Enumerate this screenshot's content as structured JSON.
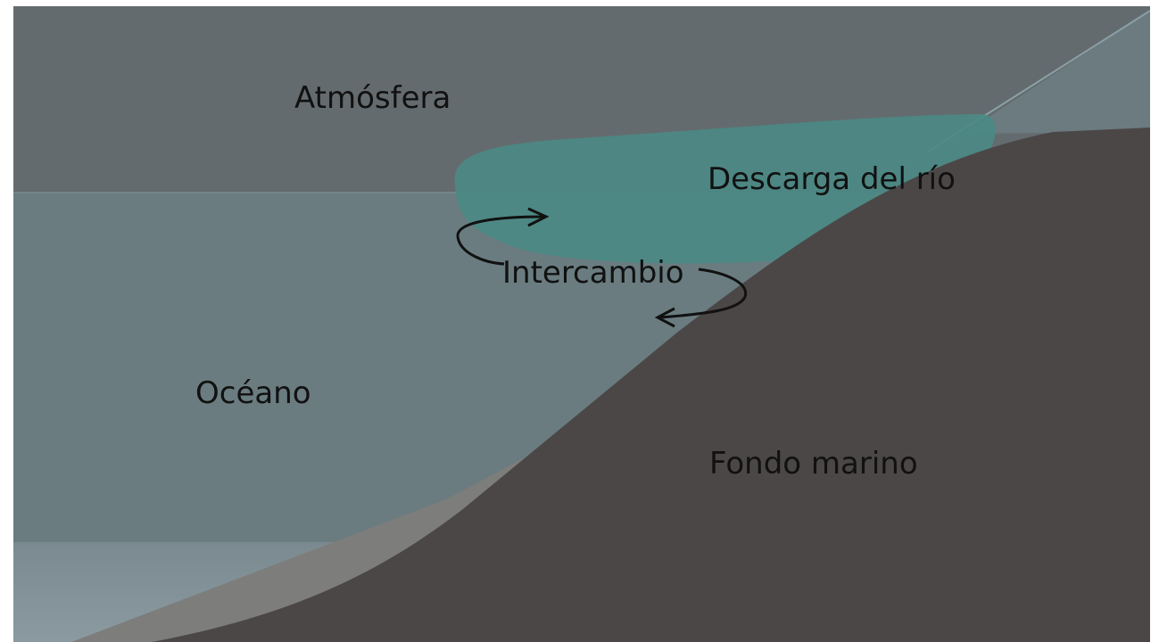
{
  "labels": {
    "atmosphere": "Atmósfera",
    "river_discharge": "Descarga del río",
    "exchange": "Intercambio",
    "ocean": "Océano",
    "seafloor": "Fondo marino"
  },
  "colors": {
    "border": "#ffffff",
    "atmosphere": "#646b6e",
    "ocean": "#6a7c80",
    "ocean_deep": "#7d8c92",
    "plume": "#4a8a84",
    "seafloor": "#4b4746",
    "shelf_edge": "#7d7d7b",
    "arrow": "#111111",
    "text": "#111111"
  }
}
